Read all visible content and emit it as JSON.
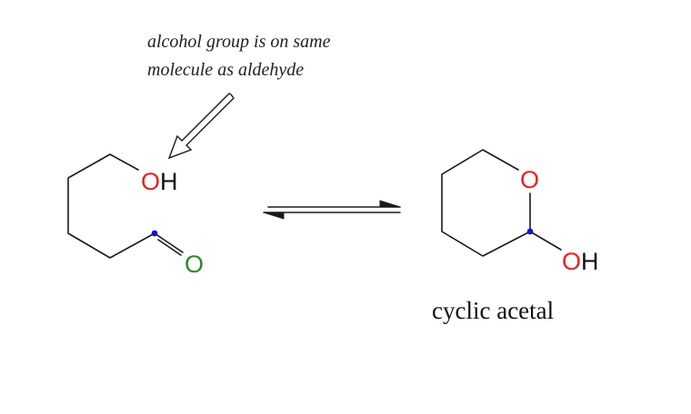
{
  "annotation": {
    "line1": "alcohol group is on same",
    "line2": "molecule as aldehyde"
  },
  "left_molecule": {
    "hydroxyl_label": "OH",
    "carbonyl_oxygen_label": "O"
  },
  "right_molecule": {
    "ring_oxygen_label": "O",
    "hydroxyl_label": "OH",
    "caption": "cyclic acetal"
  },
  "colors": {
    "hydroxyl_oxygen": "#e8221f",
    "carbonyl_oxygen": "#2a8a2a",
    "anomeric_carbon_dot": "#1515c8",
    "hydrogen_text": "#111111",
    "bond": "#1a1a1a"
  },
  "icons": {
    "annotation_arrow": "hollow-arrow-down-left",
    "reaction_arrow": "equilibrium-half-arrows"
  }
}
